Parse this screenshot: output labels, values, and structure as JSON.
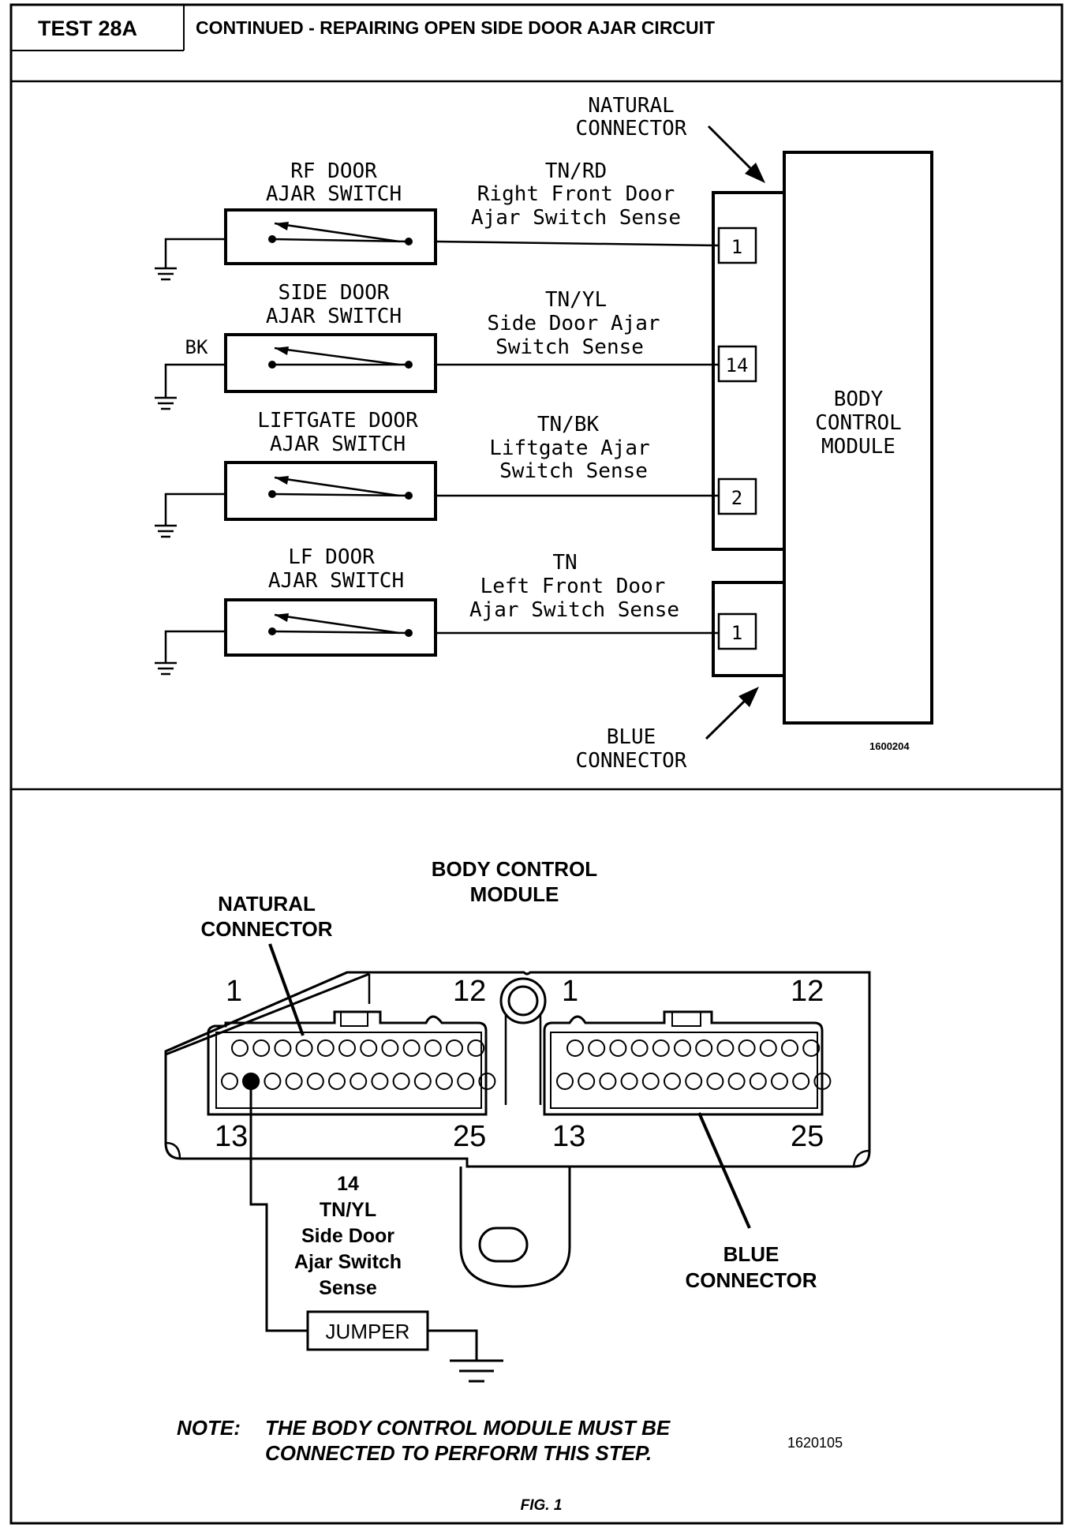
{
  "header": {
    "test_label": "TEST 28A",
    "title": "CONTINUED -  REPAIRING OPEN SIDE DOOR AJAR CIRCUIT"
  },
  "schematic": {
    "natural_connector": [
      "NATURAL",
      "CONNECTOR"
    ],
    "blue_connector": [
      "BLUE",
      "CONNECTOR"
    ],
    "module": [
      "BODY",
      "CONTROL",
      "MODULE"
    ],
    "figure_id": "1600204",
    "ground_label": "BK",
    "circuits": [
      {
        "switch": [
          "RF DOOR",
          "AJAR SWITCH"
        ],
        "wire": [
          "TN/RD",
          "Right Front Door",
          "Ajar Switch Sense"
        ],
        "pin": "1"
      },
      {
        "switch": [
          "SIDE DOOR",
          "AJAR SWITCH"
        ],
        "wire": [
          "TN/YL",
          "Side Door Ajar",
          "Switch Sense"
        ],
        "pin": "14"
      },
      {
        "switch": [
          "LIFTGATE DOOR",
          "AJAR SWITCH"
        ],
        "wire": [
          "TN/BK",
          "Liftgate Ajar",
          "Switch Sense"
        ],
        "pin": "2"
      },
      {
        "switch": [
          "LF DOOR",
          "AJAR SWITCH"
        ],
        "wire": [
          "TN",
          "Left Front Door",
          "Ajar Switch Sense"
        ],
        "pin": "1"
      }
    ]
  },
  "connector_view": {
    "title": [
      "BODY CONTROL",
      "MODULE"
    ],
    "natural_label": [
      "NATURAL",
      "CONNECTOR"
    ],
    "blue_label": [
      "BLUE",
      "CONNECTOR"
    ],
    "pin_numbers": {
      "tl": "1",
      "tr": "12",
      "bl": "13",
      "br": "25"
    },
    "pin_callout": [
      "14",
      "TN/YL",
      "Side Door",
      "Ajar Switch",
      "Sense"
    ],
    "jumper": "JUMPER",
    "note_prefix": "NOTE:",
    "note": [
      "THE BODY CONTROL MODULE MUST BE",
      "CONNECTED TO PERFORM THIS STEP."
    ],
    "figure_id": "1620105",
    "caption": "FIG. 1"
  }
}
